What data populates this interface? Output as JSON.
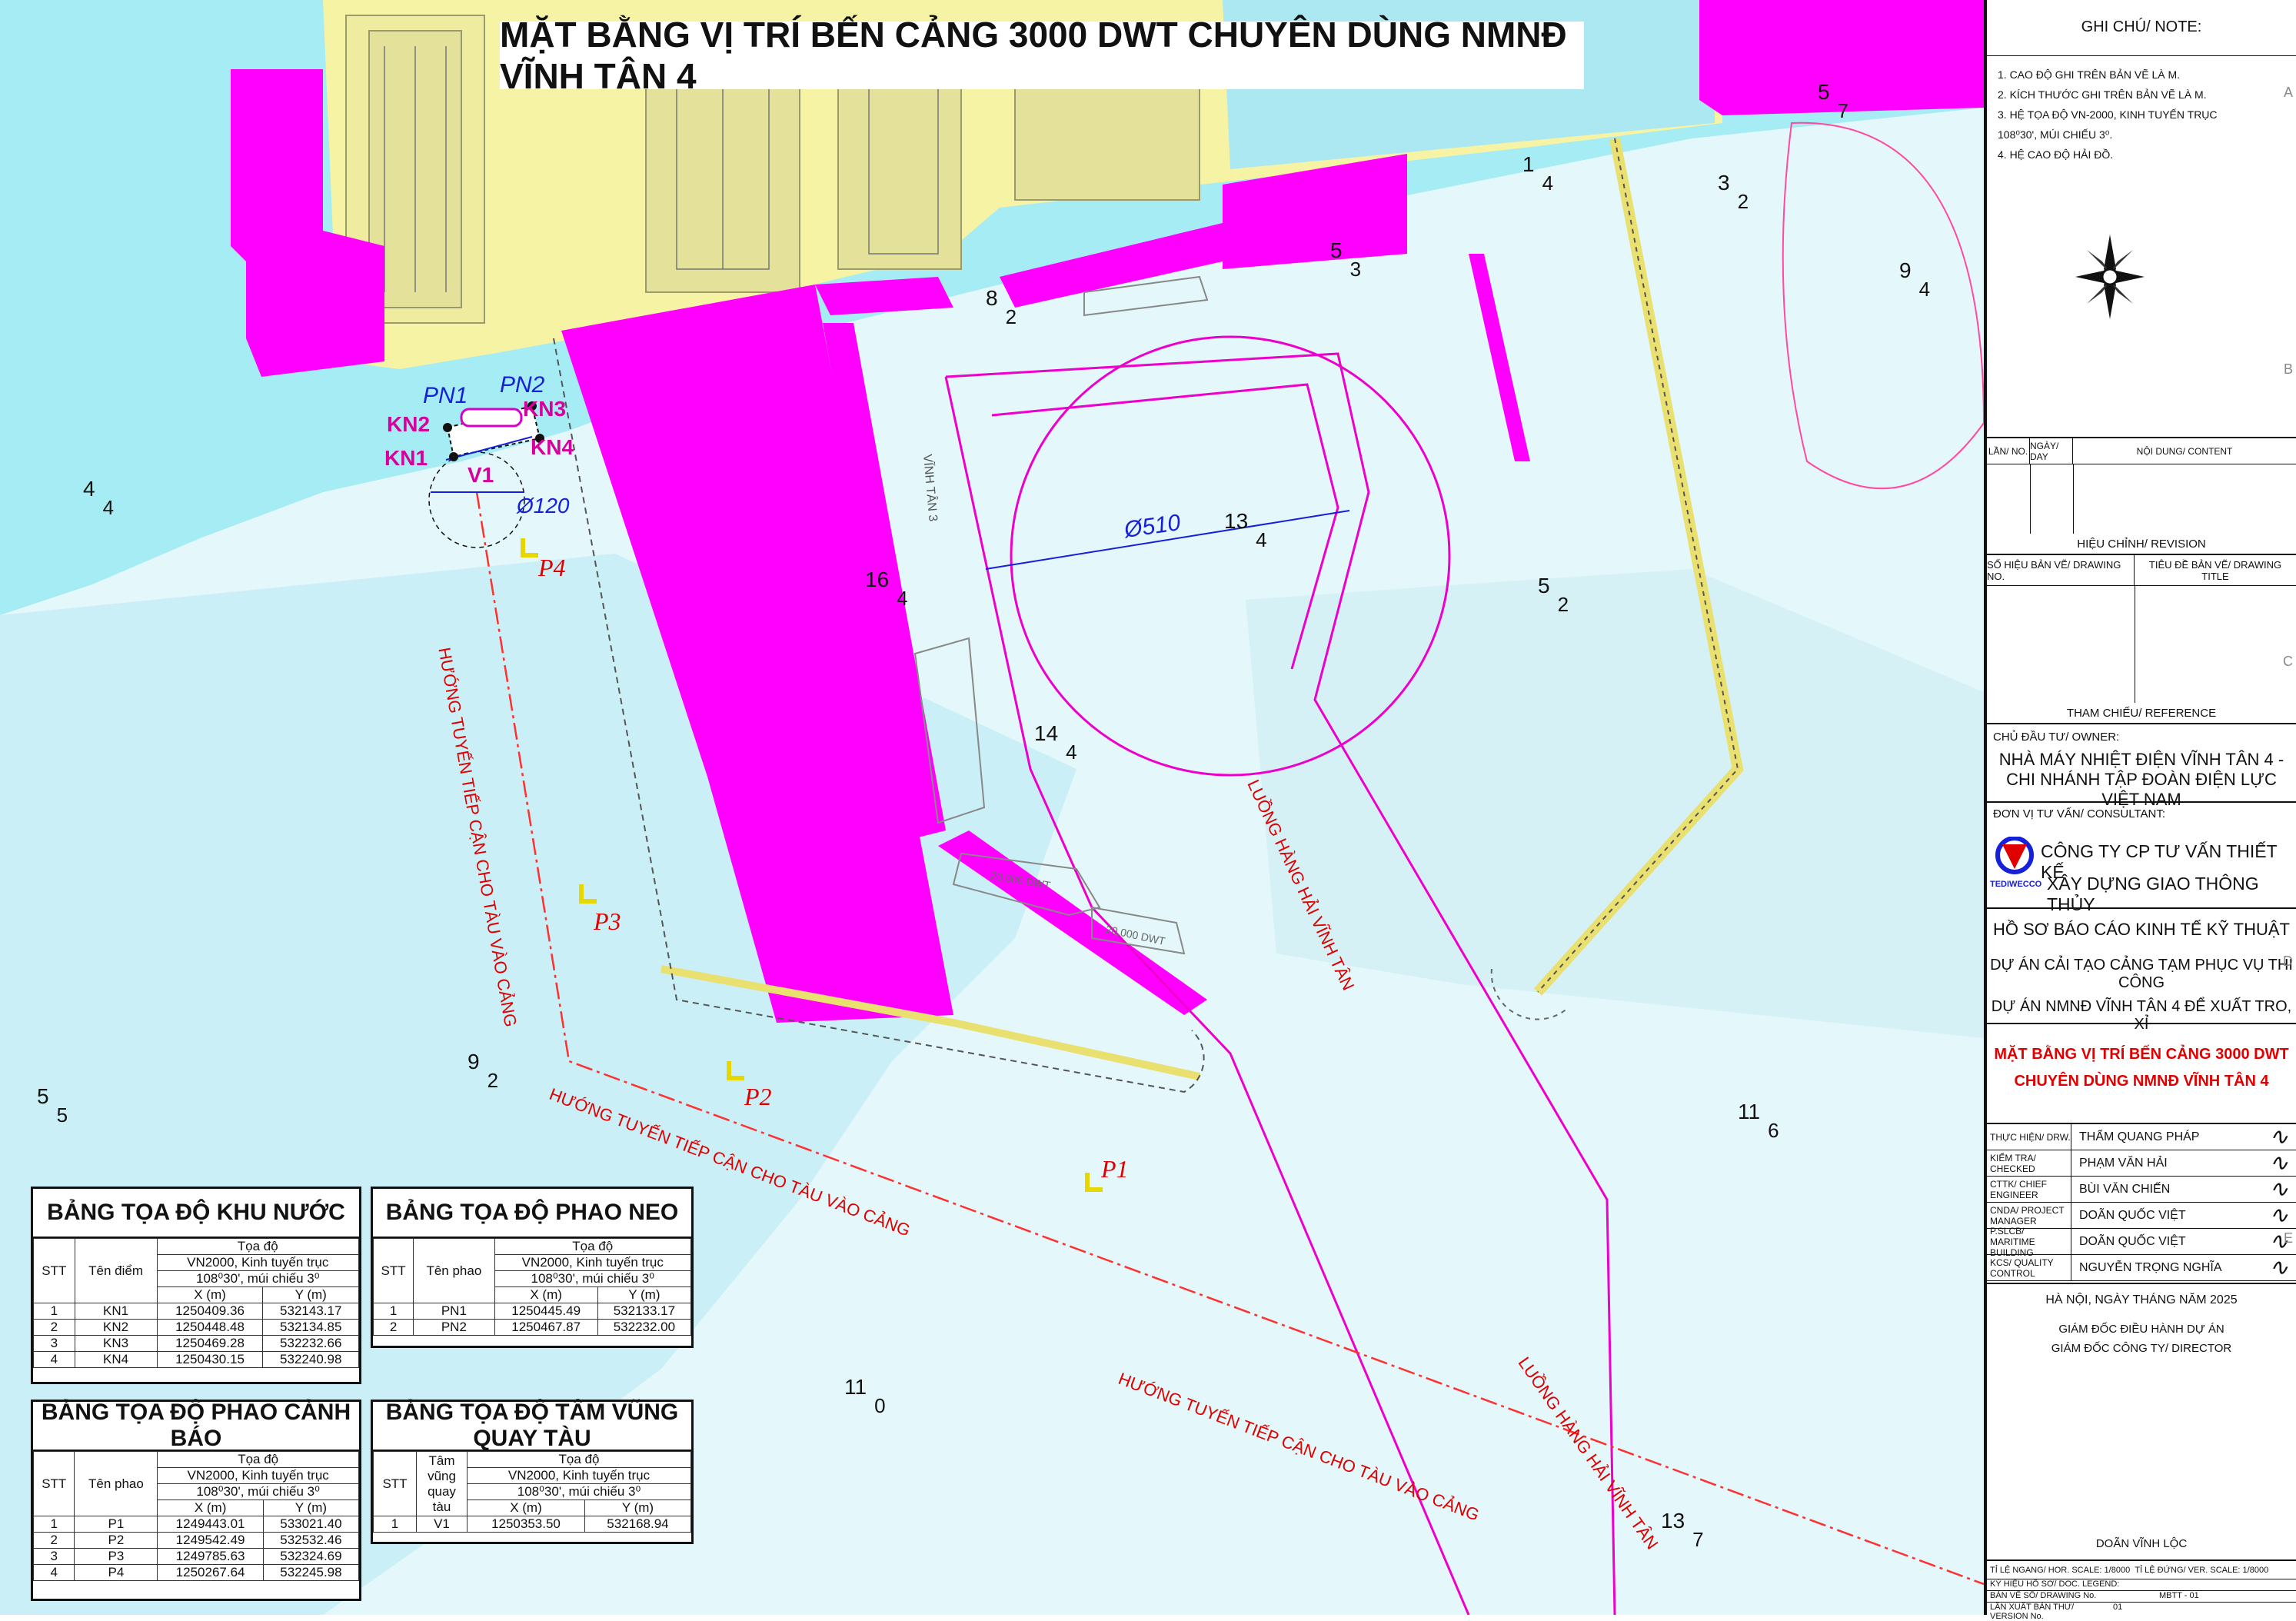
{
  "title": "MẶT BẰNG VỊ TRÍ BẾN CẢNG 3000 DWT CHUYÊN DÙNG NMNĐ VĨNH TÂN 4",
  "map": {
    "point_labels": {
      "PN1": "PN1",
      "PN2": "PN2",
      "KN1": "KN1",
      "KN2": "KN2",
      "KN3": "KN3",
      "KN4": "KN4",
      "V1": "V1",
      "P1": "P1",
      "P2": "P2",
      "P3": "P3",
      "P4": "P4"
    },
    "diameters": {
      "d120": "Ø120",
      "d510": "Ø510"
    },
    "route_label": "HƯỚNG TUYẾN TIẾP CẬN CHO TÀU VÀO CẢNG",
    "channel_label": "LUỒNG HÀNG HẢI VĨNH TÂN",
    "berth_label": "VĨNH TÂN 3",
    "ship_label": "20,000 DWT",
    "depths": [
      {
        "a": "4",
        "b": "4"
      },
      {
        "a": "5",
        "b": "5"
      },
      {
        "a": "9",
        "b": "2"
      },
      {
        "a": "11",
        "b": "0"
      },
      {
        "a": "8",
        "b": "2"
      },
      {
        "a": "5",
        "b": "3"
      },
      {
        "a": "1",
        "b": "4"
      },
      {
        "a": "3",
        "b": "2"
      },
      {
        "a": "5",
        "b": "7"
      },
      {
        "a": "9",
        "b": "4"
      },
      {
        "a": "13",
        "b": "4"
      },
      {
        "a": "16",
        "b": "4"
      },
      {
        "a": "14",
        "b": "4"
      },
      {
        "a": "5",
        "b": "2"
      },
      {
        "a": "11",
        "b": "6"
      },
      {
        "a": "13",
        "b": "7"
      }
    ]
  },
  "tables": {
    "khu_nuoc": {
      "title": "BẢNG TỌA ĐỘ KHU NƯỚC",
      "headers": {
        "stt": "STT",
        "name": "Tên điểm",
        "coord": "Tọa độ",
        "sys": "VN2000, Kinh tuyến trục",
        "zone": "108⁰30', múi chiếu 3⁰",
        "x": "X (m)",
        "y": "Y (m)"
      },
      "rows": [
        [
          "1",
          "KN1",
          "1250409.36",
          "532143.17"
        ],
        [
          "2",
          "KN2",
          "1250448.48",
          "532134.85"
        ],
        [
          "3",
          "KN3",
          "1250469.28",
          "532232.66"
        ],
        [
          "4",
          "KN4",
          "1250430.15",
          "532240.98"
        ]
      ]
    },
    "phao_neo": {
      "title": "BẢNG TỌA ĐỘ PHAO NEO",
      "headers": {
        "stt": "STT",
        "name": "Tên phao",
        "coord": "Tọa độ",
        "sys": "VN2000, Kinh tuyến trục",
        "zone": "108⁰30', múi chiếu 3⁰",
        "x": "X (m)",
        "y": "Y (m)"
      },
      "rows": [
        [
          "1",
          "PN1",
          "1250445.49",
          "532133.17"
        ],
        [
          "2",
          "PN2",
          "1250467.87",
          "532232.00"
        ]
      ]
    },
    "phao_canh_bao": {
      "title": "BẢNG TỌA ĐỘ PHAO CẢNH BÁO",
      "headers": {
        "stt": "STT",
        "name": "Tên phao",
        "coord": "Tọa độ",
        "sys": "VN2000, Kinh tuyến trục",
        "zone": "108⁰30', múi chiếu 3⁰",
        "x": "X (m)",
        "y": "Y (m)"
      },
      "rows": [
        [
          "1",
          "P1",
          "1249443.01",
          "533021.40"
        ],
        [
          "2",
          "P2",
          "1249542.49",
          "532532.46"
        ],
        [
          "3",
          "P3",
          "1249785.63",
          "532324.69"
        ],
        [
          "4",
          "P4",
          "1250267.64",
          "532245.98"
        ]
      ]
    },
    "vung_quay": {
      "title": "BẢNG TỌA ĐỘ TÂM VŨNG QUAY TÀU",
      "headers": {
        "stt": "STT",
        "name": "Tâm vũng quay tàu",
        "coord": "Tọa độ",
        "sys": "VN2000, Kinh tuyến trục",
        "zone": "108⁰30', múi chiếu 3⁰",
        "x": "X (m)",
        "y": "Y (m)"
      },
      "rows": [
        [
          "1",
          "V1",
          "1250353.50",
          "532168.94"
        ]
      ]
    }
  },
  "panel": {
    "notes_title": "GHI CHÚ/ NOTE:",
    "notes": [
      "1. CAO ĐỘ GHI TRÊN BẢN VẼ LÀ M.",
      "2. KÍCH THƯỚC GHI TRÊN BẢN VẼ LÀ M.",
      "3. HỆ TỌA ĐỘ VN-2000, KINH TUYẾN TRỤC 108⁰30', MÚI CHIẾU 3⁰.",
      "4. HỆ CAO ĐỘ HẢI ĐỒ."
    ],
    "rev_headers": {
      "no": "LẦN/ NO.",
      "date": "NGÀY/ DAY",
      "content": "NỘI DUNG/ CONTENT"
    },
    "revision": "HIỆU CHỈNH/ REVISION",
    "ref_headers": {
      "dwg_no": "SỐ HIỆU BẢN VẼ/ DRAWING NO.",
      "dwg_title": "TIÊU ĐỀ BẢN VẼ/ DRAWING TITLE"
    },
    "reference": "THAM CHIẾU/ REFERENCE",
    "owner_label": "CHỦ ĐẦU TƯ/ OWNER:",
    "owner_1": "NHÀ MÁY NHIỆT ĐIỆN VĨNH TÂN 4 -",
    "owner_2": "CHI NHÁNH TẬP ĐOÀN ĐIỆN LỰC VIỆT NAM",
    "consultant_label": "ĐƠN VỊ TƯ VẤN/ CONSULTANT:",
    "consultant_1": "CÔNG TY CP TƯ VẤN THIẾT KẾ",
    "consultant_2": "XÂY DỰNG GIAO THÔNG THỦY",
    "logo_text": "TEDIWECCO",
    "report": "HỒ SƠ BÁO CÁO KINH TẾ KỸ THUẬT",
    "project_1": "DỰ ÁN CẢI TẠO CẢNG TẠM PHỤC VỤ THI CÔNG",
    "project_2": "DỰ ÁN NMNĐ VĨNH TÂN 4 ĐỂ XUẤT TRO, XỈ",
    "drawing_1": "MẶT BẰNG VỊ TRÍ BẾN CẢNG 3000 DWT",
    "drawing_2": "CHUYÊN DÙNG NMNĐ VĨNH TÂN 4",
    "staff": [
      {
        "role": "THỰC HIỆN/ DRW.",
        "name": "THẨM QUANG PHÁP"
      },
      {
        "role": "KIỂM TRA/ CHECKED",
        "name": "PHẠM VĂN HẢI"
      },
      {
        "role": "CTTK/ CHIEF ENGINEER",
        "name": "BÙI VĂN CHIẾN"
      },
      {
        "role": "CNDA/ PROJECT MANAGER",
        "name": "DOÃN QUỐC VIỆT"
      },
      {
        "role": "P.SLCB/ MARITIME BUILDING",
        "name": "DOÃN QUỐC VIỆT"
      },
      {
        "role": "KCS/ QUALITY CONTROL",
        "name": "NGUYỄN TRỌNG NGHĨA"
      }
    ],
    "date_line": "HÀ NỘI, NGÀY        THÁNG      NĂM 2025",
    "director_1": "GIÁM ĐỐC ĐIỀU HÀNH DỰ ÁN",
    "director_2": "GIÁM ĐỐC CÔNG TY/ DIRECTOR",
    "director_name": "DOÃN VĨNH LỘC",
    "hor_scale_label": "TỈ LỆ NGANG/ HOR. SCALE:",
    "hor_scale": "1/8000",
    "ver_scale_label": "TỈ LỆ ĐỨNG/ VER. SCALE:",
    "ver_scale": "1/8000",
    "legend_label": "KÝ HIỆU HỒ SƠ/ DOC. LEGEND:",
    "drawing_no_label": "BẢN VẼ SỐ/ DRAWING No.",
    "drawing_no": "MBTT - 01",
    "version_label": "LẦN XUẤT BẢN THỨ/ VERSION No.",
    "version": "01",
    "grid": [
      "A",
      "B",
      "C",
      "D",
      "E"
    ]
  },
  "colors": {
    "sea": "#e4f7fa",
    "shallow": "#a6ecf4",
    "land": "#f6f3a4",
    "magenta": "#ff00ff",
    "channel": "#ee00cc",
    "route": "#ff3030"
  }
}
